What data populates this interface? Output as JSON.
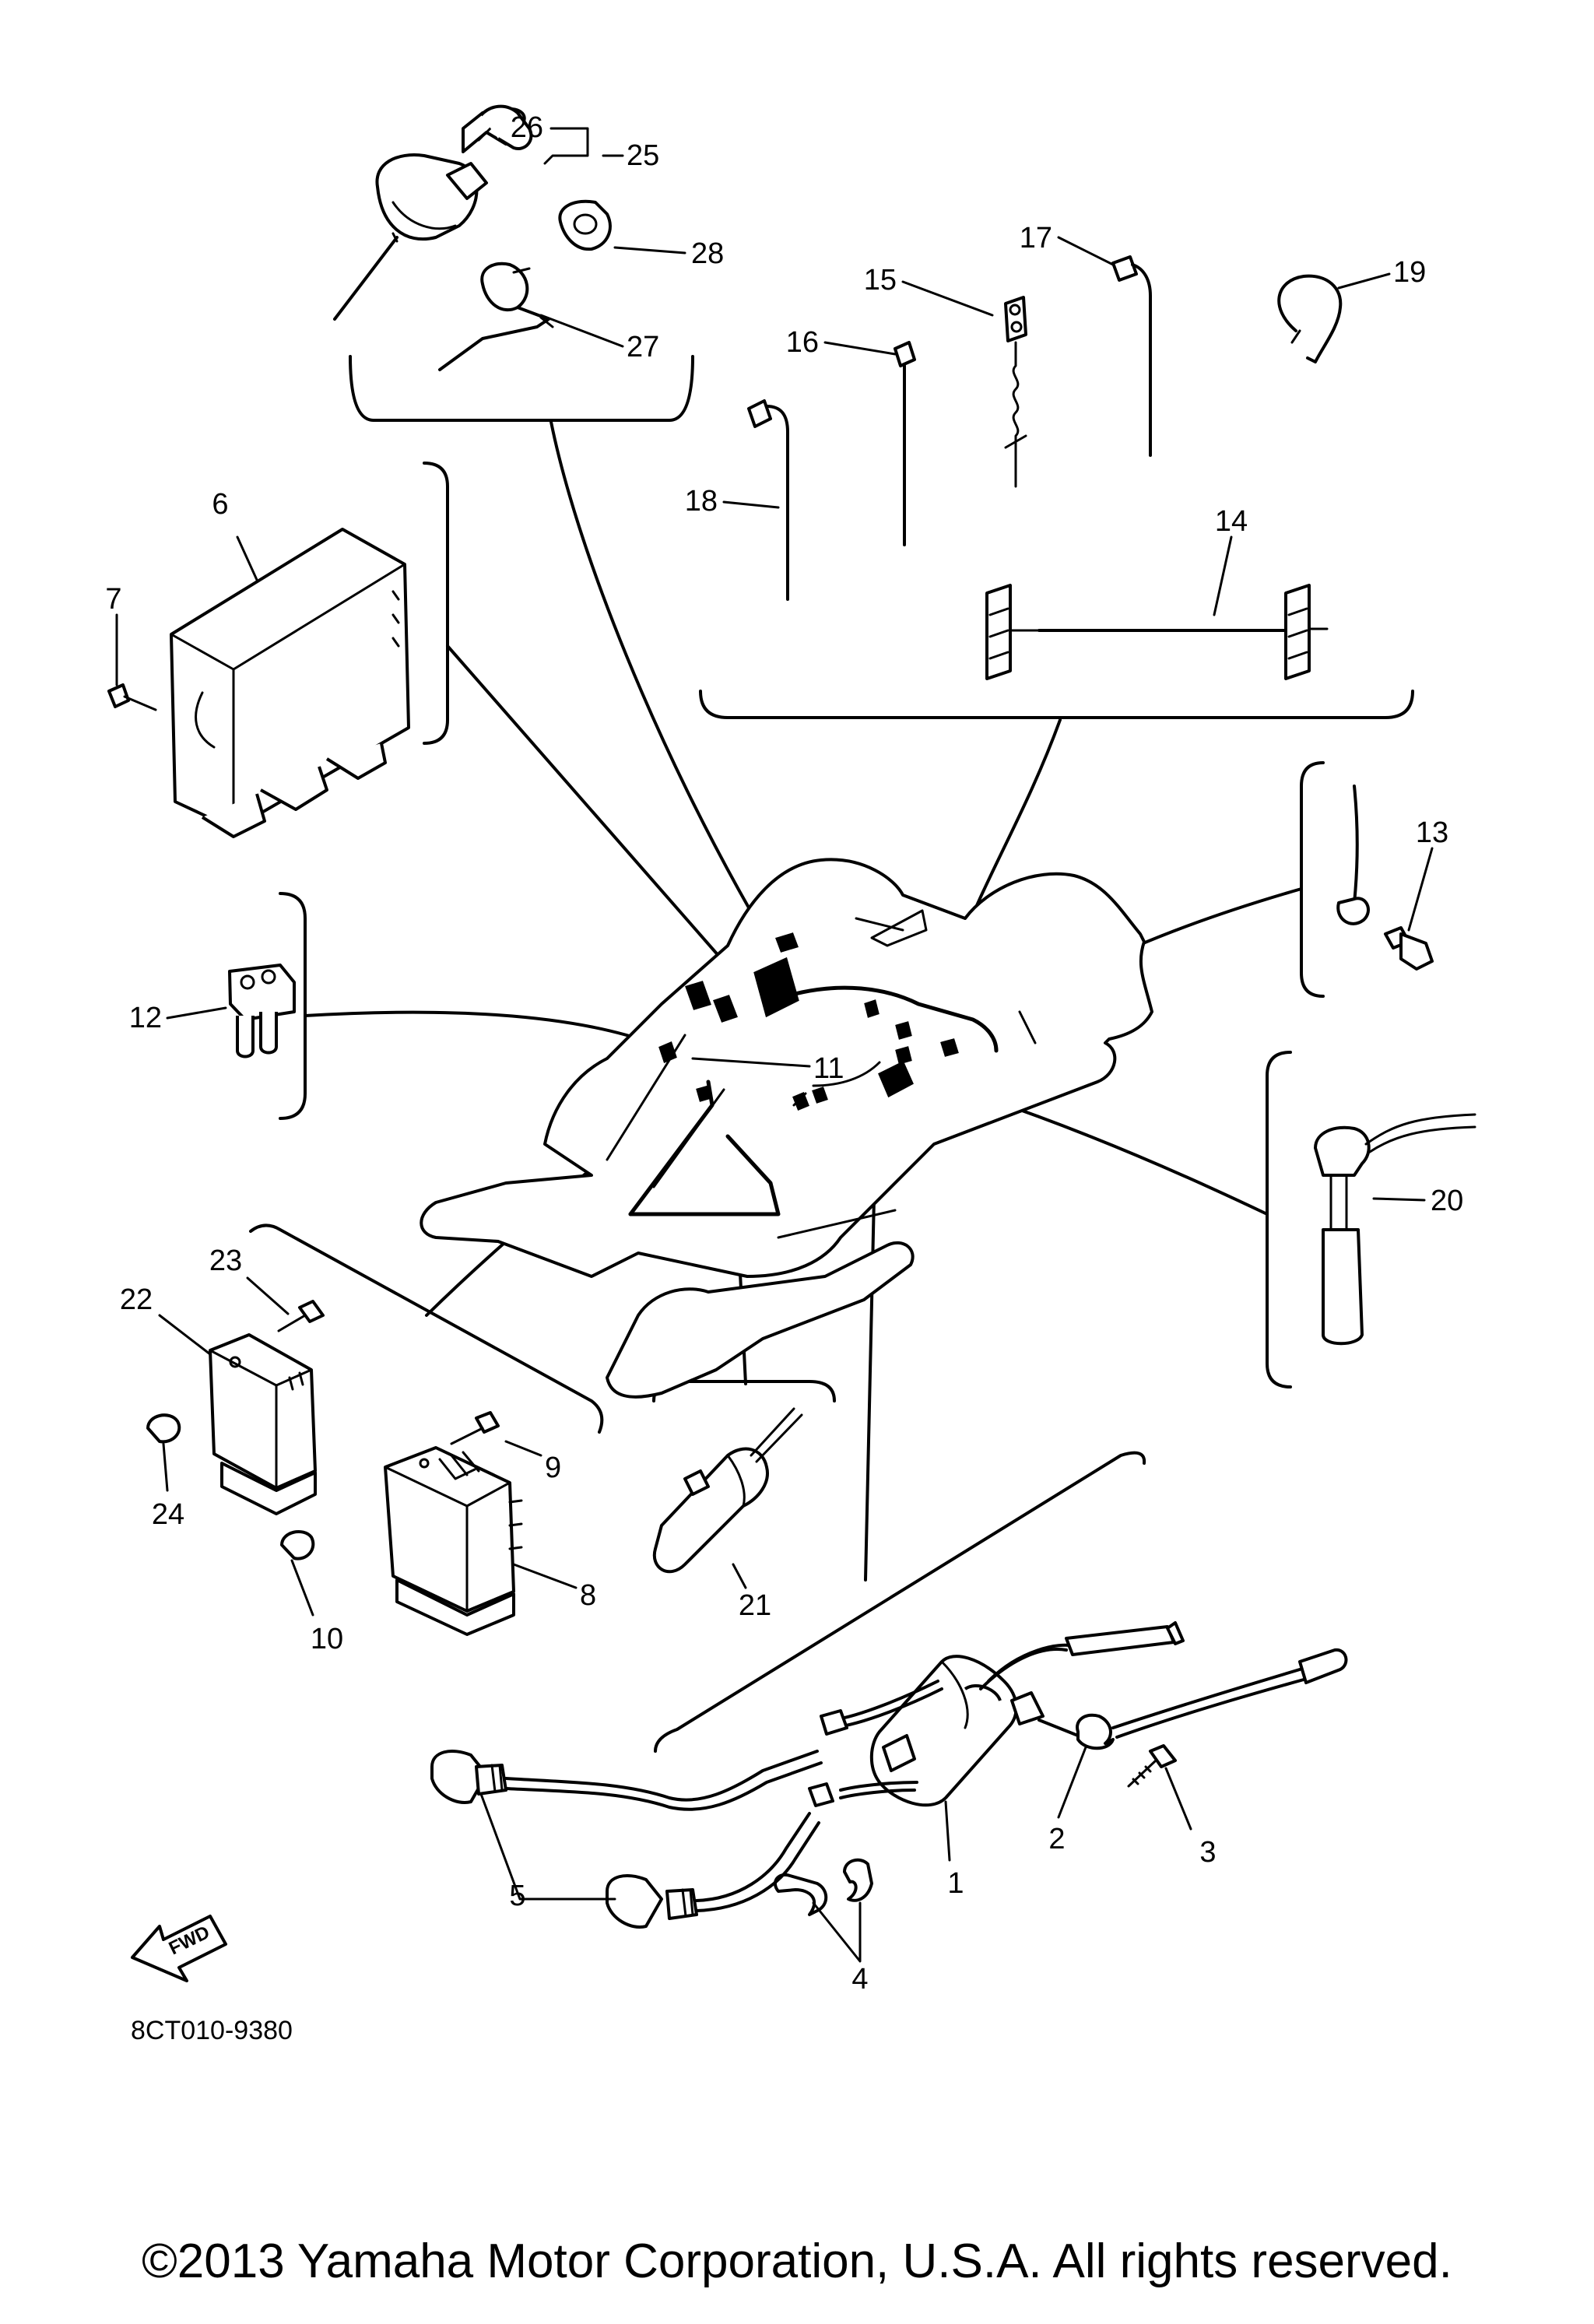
{
  "diagram_code": "8CT010-9380",
  "fwd_label": "FWD",
  "copyright": "©2013 Yamaha Motor Corporation, U.S.A. All rights reserved.",
  "callouts": {
    "c1": "1",
    "c2": "2",
    "c3": "3",
    "c4": "4",
    "c5": "5",
    "c6": "6",
    "c7": "7",
    "c8": "8",
    "c9": "9",
    "c10": "10",
    "c11": "11",
    "c12": "12",
    "c13": "13",
    "c14": "14",
    "c15": "15",
    "c16": "16",
    "c17": "17",
    "c18": "18",
    "c19": "19",
    "c20": "20",
    "c21": "21",
    "c22": "22",
    "c23": "23",
    "c24": "24",
    "c25": "25",
    "c26": "26",
    "c27": "27",
    "c28": "28"
  }
}
